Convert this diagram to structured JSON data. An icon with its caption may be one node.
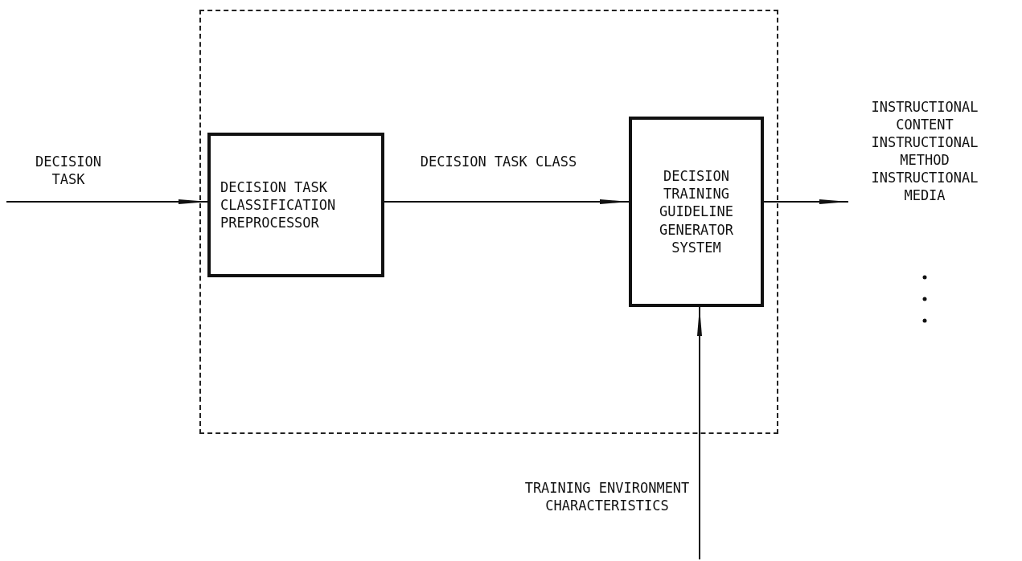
{
  "diagram": {
    "nodes": [
      {
        "text": [],
        "shape": "box"
      },
      {
        "text": [
          "DECISION TASK CLASSIFICATION PREPROCESSOR"
        ],
        "in": 0
      },
      {
        "text": [
          "DECISION TRAINING GUIDELINE GENERATOR SYSTEM"
        ],
        "in": 0
      },
      {
        "text": [
          "INSTRUCTIONAL CONTENT",
          "INSTRUCTIONAL METHOD",
          "INSTRUCTIONAL MEDIA"
        ]
      },
      {
        "text": [
          "TRAINING ENVIRONMENT CHARACTERISTICS"
        ]
      }
    ],
    "edges": [
      {
        "from": null,
        "to": 1,
        "arrow": "to",
        "label": "DECISION TASK"
      },
      {
        "from": 1,
        "to": 2,
        "arrow": "to",
        "label": "DECISION TASK CLASS"
      },
      {
        "from": 2,
        "to": 3,
        "arrow": "to"
      },
      {
        "from": 4,
        "to": 2,
        "arrow": "to"
      }
    ]
  }
}
